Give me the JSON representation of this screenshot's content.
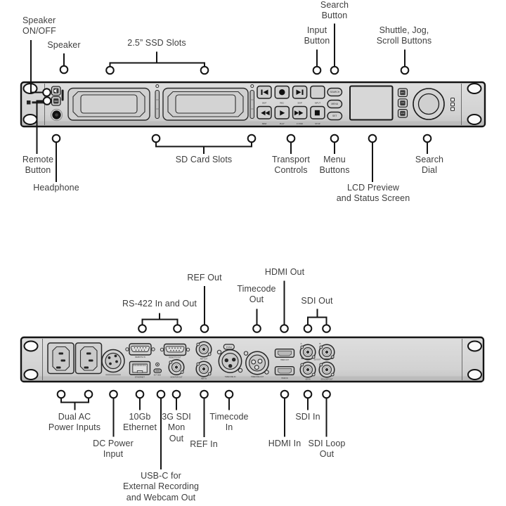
{
  "front": {
    "speaker_onoff": [
      "Speaker",
      "ON/OFF"
    ],
    "speaker": [
      "Speaker"
    ],
    "ssd_slots": [
      "2.5” SSD Slots"
    ],
    "search_button": [
      "Search",
      "Button"
    ],
    "input_button": [
      "Input",
      "Button"
    ],
    "shuttle_jog": [
      "Shuttle, Jog,",
      "Scroll Buttons"
    ],
    "remote_button": [
      "Remote",
      "Button"
    ],
    "headphone": [
      "Headphone"
    ],
    "sd_card_slots": [
      "SD Card Slots"
    ],
    "transport_controls": [
      "Transport",
      "Controls"
    ],
    "menu_buttons": [
      "Menu",
      "Buttons"
    ],
    "lcd": [
      "LCD Preview",
      "and Status Screen"
    ],
    "search_dial": [
      "Search",
      "Dial"
    ]
  },
  "rear": {
    "rs422": [
      "RS-422 In and Out"
    ],
    "ref_out": [
      "REF Out"
    ],
    "timecode_out": [
      "Timecode",
      "Out"
    ],
    "hdmi_out": [
      "HDMI Out"
    ],
    "sdi_out": [
      "SDI Out"
    ],
    "dual_ac": [
      "Dual AC",
      "Power Inputs"
    ],
    "dc_power": [
      "DC Power",
      "Input"
    ],
    "ethernet": [
      "10Gb",
      "Ethernet"
    ],
    "usb_c": [
      "USB-C for",
      "External Recording",
      "and Webcam Out"
    ],
    "sdi_mon": [
      "3G SDI",
      "Mon",
      "Out"
    ],
    "ref_in": [
      "REF In"
    ],
    "timecode_in": [
      "Timecode",
      "In"
    ],
    "hdmi_in": [
      "HDMI In"
    ],
    "sdi_in": [
      "SDI In"
    ],
    "sdi_loop": [
      "SDI Loop",
      "Out"
    ]
  },
  "front_panel_text": {
    "rem": "REM",
    "search": "SEARCH",
    "menu": "MENU",
    "set": "SET",
    "t_skip1": "SKIP",
    "t_rec": "REC",
    "t_skip2": "SKIP",
    "t_input": "INPUT",
    "t_rew": "REW",
    "t_play": "PLAY",
    "t_ffwd": "F FWD",
    "t_stop": "STOP",
    "b_shtl": "SHTL",
    "b_jog": "JOG",
    "b_scr": "SCR"
  },
  "rear_panel_text": {
    "remote_in": "REMOTE IN",
    "remote_out": "REMOTE OUT",
    "ethernet": "ETHERNET",
    "ext_disk": "EXT DISK",
    "monitor_out": "MONITOR OUT",
    "ref_out": "REF OUT",
    "ref_in": "REF IN",
    "push": "PUSH",
    "timecode_in": "TIMECODE IN",
    "timecode_out": "TIMECODE OUT",
    "hdmi_out": "HDMI OUT",
    "hdmi_in": "HDMI IN",
    "a": "A",
    "b": "B",
    "sdi_out": "SDI OUT",
    "sdi_in": "SDI IN",
    "sdi_loop_out": "SDI LOOP OUT"
  },
  "colors": {
    "line": "#141414",
    "panel": "#d2d2d2",
    "label_text": "#3e3e3e"
  }
}
